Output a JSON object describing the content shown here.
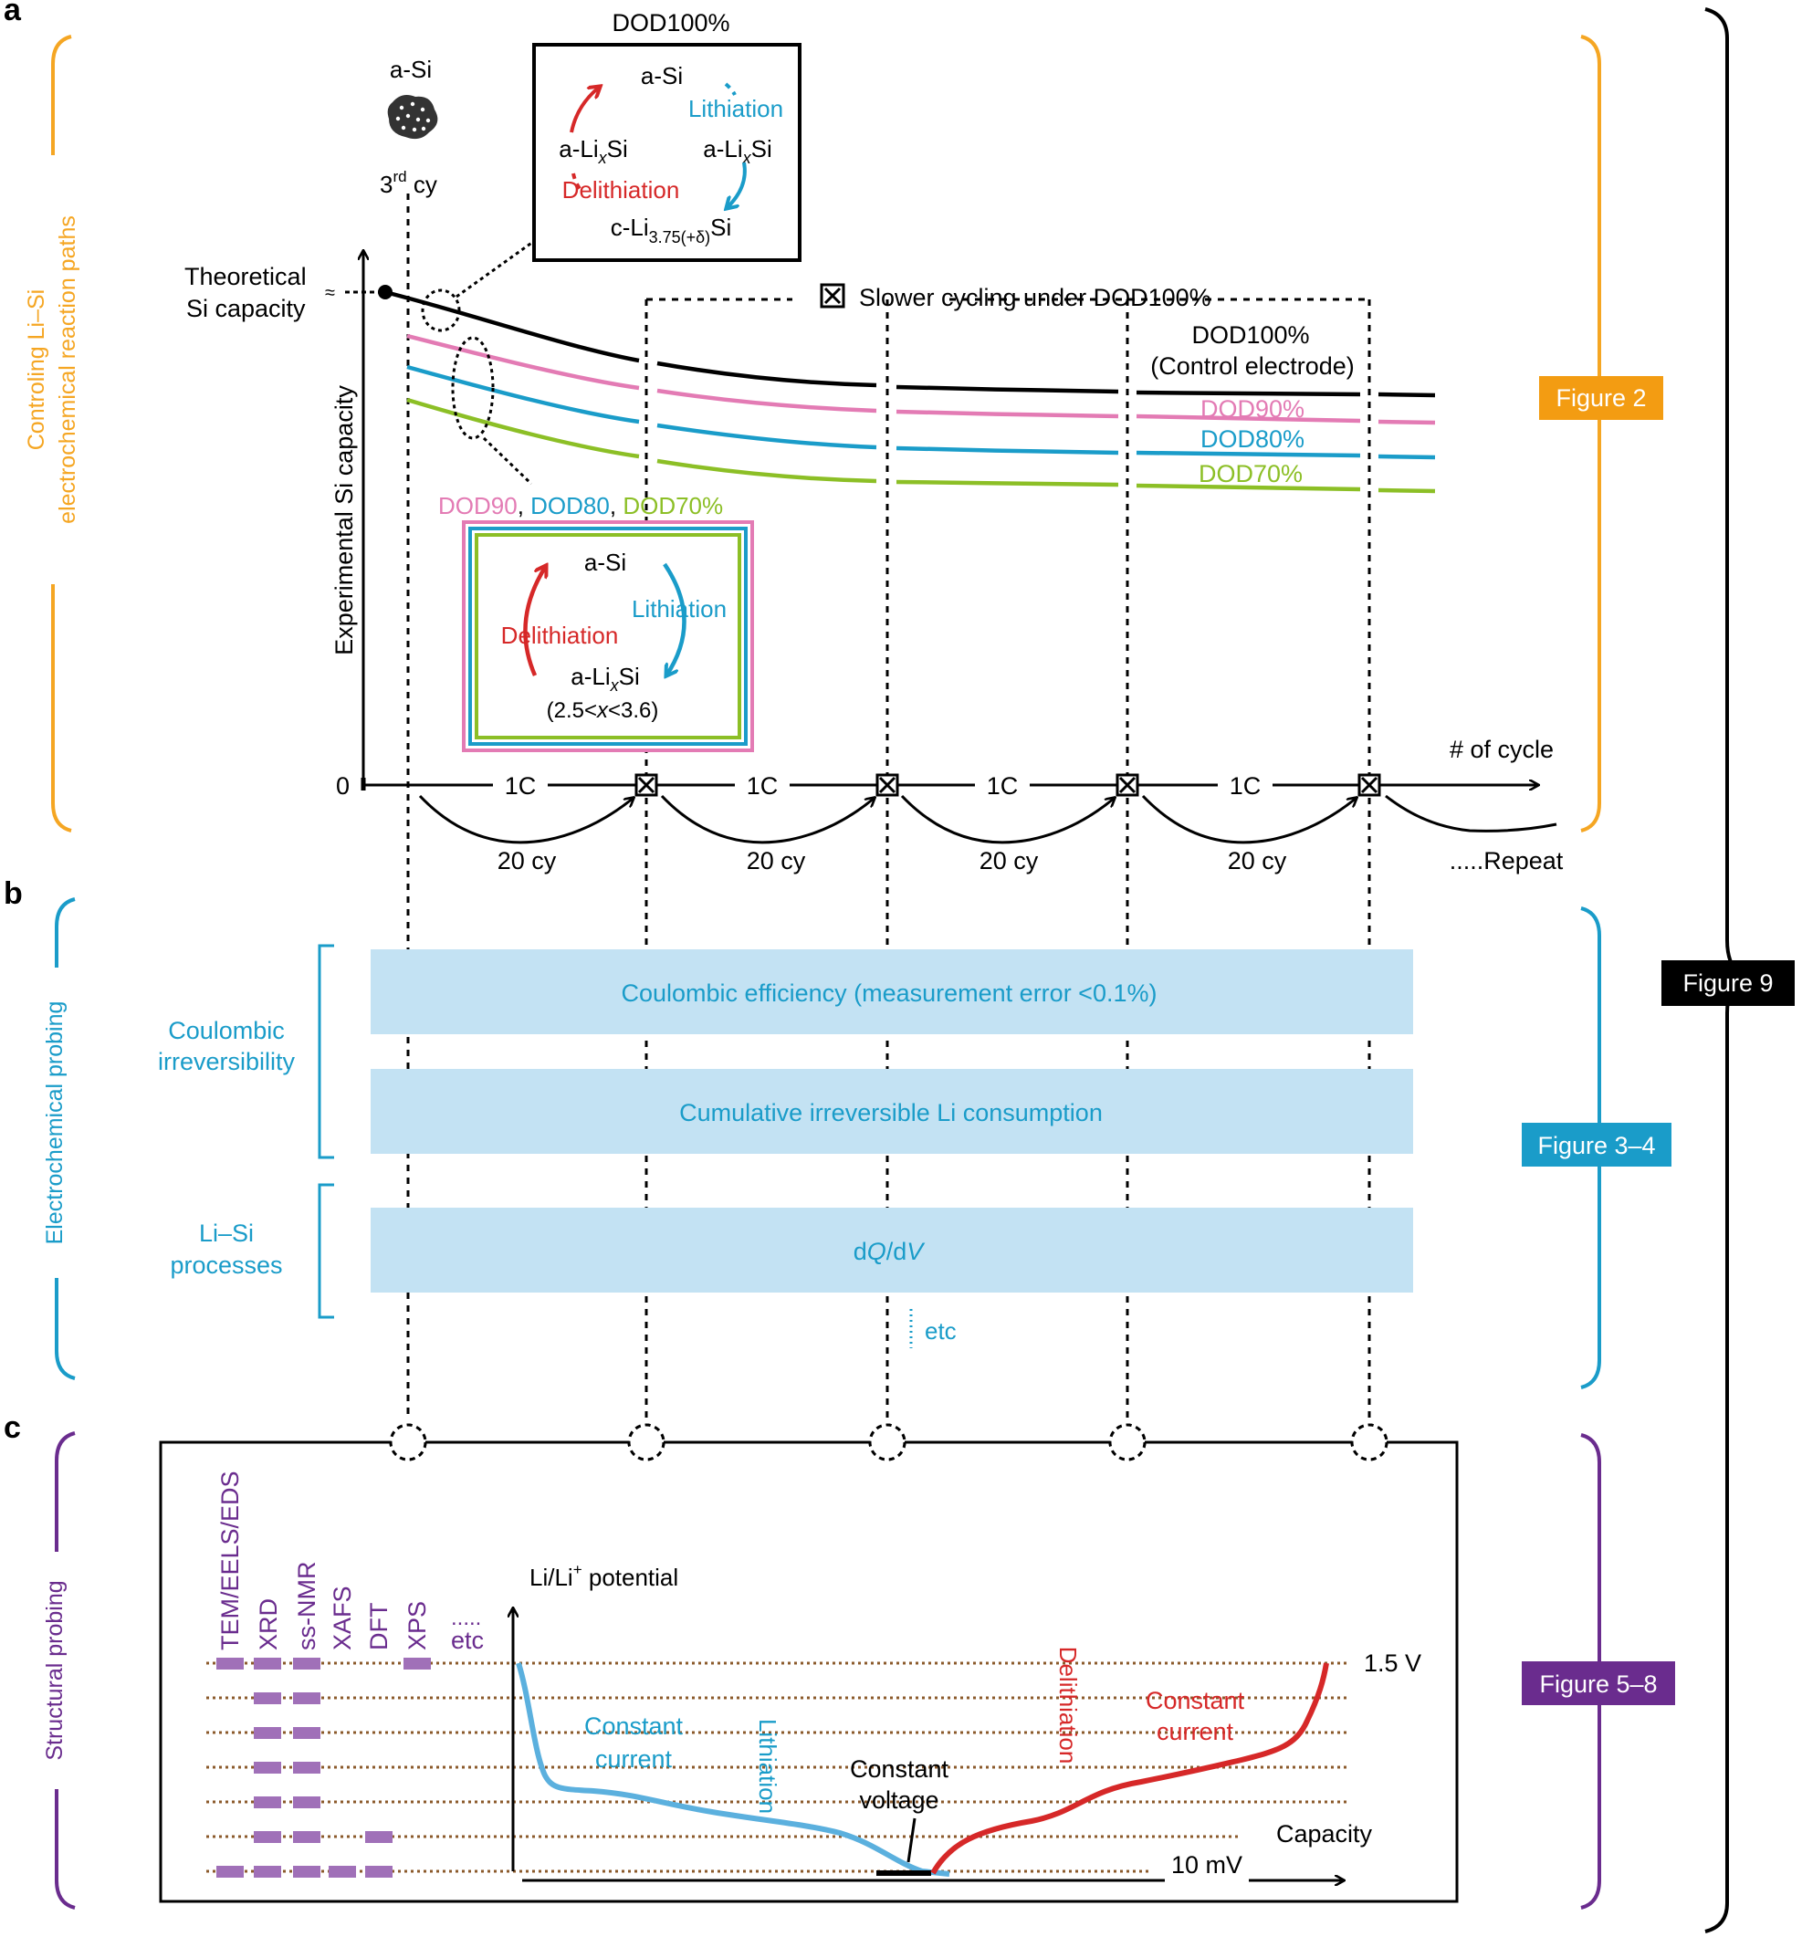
{
  "panels": {
    "a": "a",
    "b": "b",
    "c": "c"
  },
  "side_labels": {
    "a_line1": "Controling Li–Si",
    "a_line2": "electrochemical reaction paths",
    "b": "Electrochemical probing",
    "c": "Structural probing"
  },
  "figure_refs": {
    "fig2": "Figure 2",
    "fig34": "Figure 3–4",
    "fig58": "Figure 5–8",
    "fig9": "Figure 9"
  },
  "panel_a": {
    "asi_label": "a-Si",
    "cy_prefix": "3",
    "cy_sup": "rd",
    "cy_suffix": " cy",
    "theoretical_line1": "Theoretical",
    "theoretical_line2": "Si capacity",
    "approx": "≈",
    "y_axis_label": "Experimental Si capacity",
    "x_axis_label": "# of cycle",
    "zero": "0",
    "rate_labels": [
      "1C",
      "1C",
      "1C",
      "1C"
    ],
    "cycle_labels": [
      "20 cy",
      "20 cy",
      "20 cy",
      "20 cy"
    ],
    "repeat_label": ".....Repeat",
    "slower_label": "Slower cycling under DOD100%",
    "dod100_line1": "DOD100%",
    "dod100_line2": "(Control electrode)",
    "dod90": "DOD90%",
    "dod80": "DOD80%",
    "dod70": "DOD70%",
    "dod_list": {
      "d90": "DOD90",
      "comma1": ", ",
      "d80": "DOD80",
      "comma2": ", ",
      "d70": "DOD70%"
    },
    "box100": {
      "title": "DOD100%",
      "asi": "a-Si",
      "lithiation": "Lithiation",
      "delithiation": "Delithiation",
      "lixsi_left_a": "a-Li",
      "lixsi_left_x": "x",
      "lixsi_left_b": "Si",
      "lixsi_right_a": "a-Li",
      "lixsi_right_x": "x",
      "lixsi_right_b": "Si",
      "cli_a": "c-Li",
      "cli_sub": "3.75(+δ)",
      "cli_b": "Si"
    },
    "boxpartial": {
      "asi": "a-Si",
      "lithiation": "Lithiation",
      "delithiation": "Delithiation",
      "lixsi_a": "a-Li",
      "lixsi_x": "x",
      "lixsi_b": "Si",
      "range_a": "(2.5<",
      "range_x": "x",
      "range_b": "<3.6)"
    }
  },
  "panel_b": {
    "group1_line1": "Coulombic",
    "group1_line2": "irreversibility",
    "group2_line1": "Li–Si",
    "group2_line2": "processes",
    "bar1": "Coulombic efficiency (measurement error <0.1%)",
    "bar2": "Cumulative irreversible Li consumption",
    "bar3_a": "d",
    "bar3_b": "Q",
    "bar3_c": "/d",
    "bar3_d": "V",
    "etc": "etc"
  },
  "panel_c": {
    "techniques": [
      "TEM/EELS/EDS",
      "XRD",
      "ss-NMR",
      "XAFS",
      "DFT",
      "XPS"
    ],
    "dots": ".....",
    "etc": "etc",
    "y_axis_a": "Li/Li",
    "y_axis_sup": "+",
    "y_axis_b": " potential",
    "x_axis": "Capacity",
    "v_top": "1.5 V",
    "v_bottom": "10 mV",
    "cc_left_1": "Constant",
    "cc_left_2": "current",
    "lithiation": "Lithiation",
    "cv_1": "Constant",
    "cv_2": "voltage",
    "delithiation": "Delithiation",
    "cc_right_1": "Constant",
    "cc_right_2": "current"
  },
  "colors": {
    "orange": "#F5A623",
    "blue": "#1A9CC9",
    "purple": "#6A2C8E",
    "red": "#D62828",
    "pink": "#E37BB4",
    "green": "#8CBF26",
    "black": "#000000",
    "lightblue": "#C3E2F3",
    "cv_blue": "#5BB0DE",
    "marker": "#A070B8",
    "dotline": "#8B5A2B"
  }
}
